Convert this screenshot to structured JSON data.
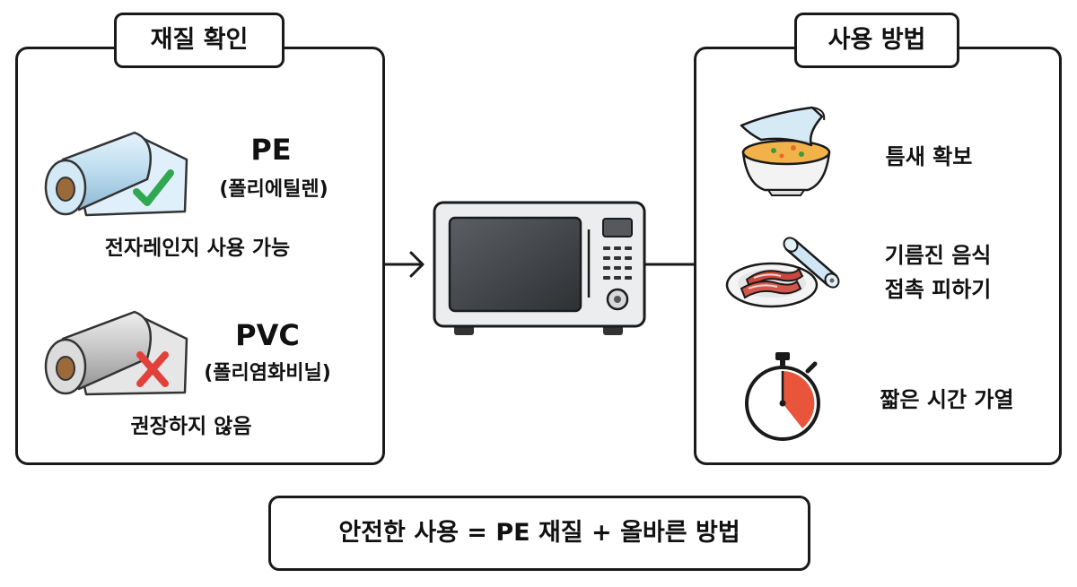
{
  "material_check": {
    "title": "재질 확인",
    "pe": {
      "name": "PE",
      "full_name": "(폴리에틸렌)",
      "verdict": "전자레인지 사용 가능",
      "status_icon": "check-icon",
      "status_color": "#2fa84f"
    },
    "pvc": {
      "name": "PVC",
      "full_name": "(폴리염화비닐)",
      "verdict": "권장하지 않음",
      "status_icon": "x-icon",
      "status_color": "#e0413b"
    }
  },
  "usage_method": {
    "title": "사용 방법",
    "tips": [
      {
        "lines": [
          "틈새 확보"
        ],
        "icon": "soup-bowl-wrap-icon"
      },
      {
        "lines": [
          "기름진 음식",
          "접촉 피하기"
        ],
        "icon": "meat-plate-wrap-icon"
      },
      {
        "lines": [
          "짧은 시간 가열"
        ],
        "icon": "stopwatch-icon"
      }
    ]
  },
  "center_icon": "microwave-icon",
  "summary": "안전한 사용 = PE 재질 + 올바른 방법"
}
